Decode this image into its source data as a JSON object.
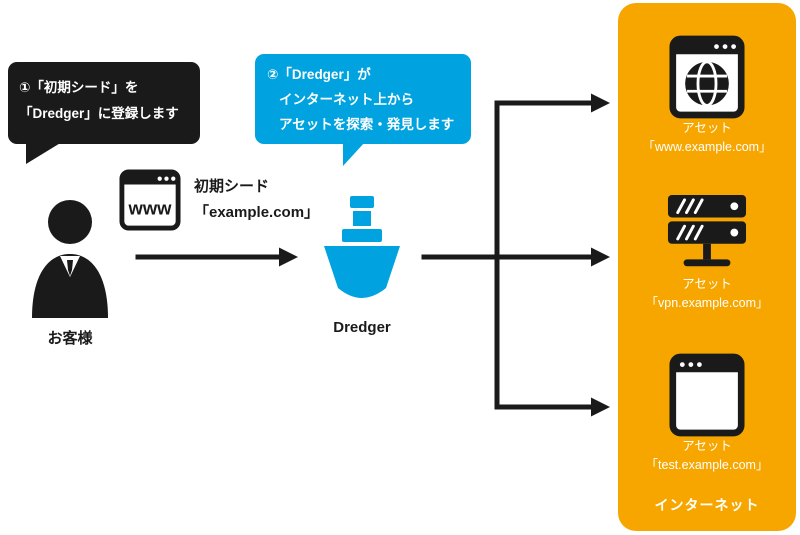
{
  "colors": {
    "orange": "#F7A600",
    "blue": "#00A3E0",
    "black": "#1A1A1A",
    "white": "#FFFFFF"
  },
  "bubble1": {
    "line1": "①「初期シード」を",
    "line2": "「Dredger」に登録します"
  },
  "bubble2": {
    "line1": "②「Dredger」が",
    "line2": "インターネット上から",
    "line3": "アセットを探索・発見します"
  },
  "customer_label": "お客様",
  "seed": {
    "browser_text": "www",
    "line1": "初期シード",
    "line2": "「example.com」"
  },
  "dredger_label": "Dredger",
  "internet": {
    "label": "インターネット",
    "assets": [
      {
        "name": "アセット",
        "domain": "「www.example.com」"
      },
      {
        "name": "アセット",
        "domain": "「vpn.example.com」"
      },
      {
        "name": "アセット",
        "domain": "「test.example.com」"
      }
    ]
  }
}
